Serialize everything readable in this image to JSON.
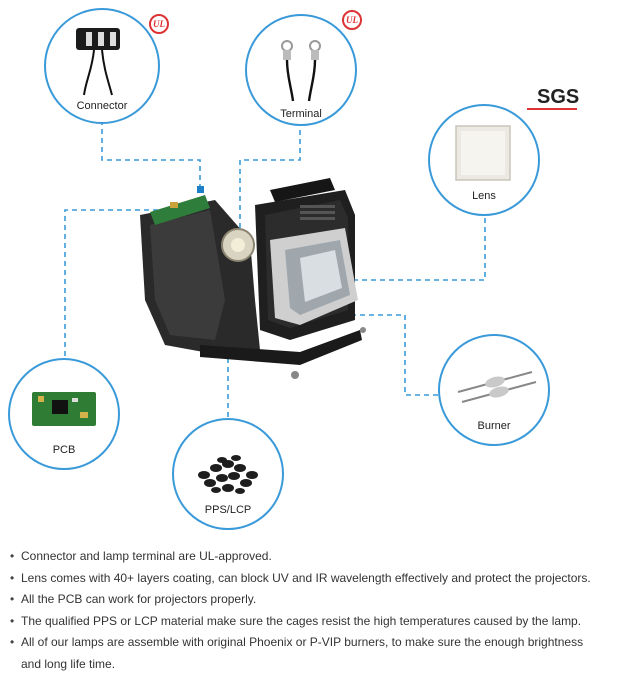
{
  "callouts": {
    "connector": "Connector",
    "terminal": "Terminal",
    "lens": "Lens",
    "burner": "Burner",
    "pcb": "PCB",
    "pps": "PPS/LCP"
  },
  "badges": {
    "ul_1": "UL",
    "ul_2": "UL",
    "sgs": "SGS"
  },
  "colors": {
    "accent": "#3a9ad9",
    "ul_red": "#d33"
  },
  "bullets": [
    "Connector and lamp terminal are UL-approved.",
    "Lens comes with 40+ layers coating, can block UV and IR wavelength effectively and protect the projectors.",
    "All the PCB can work for projectors properly.",
    "The qualified PPS or LCP material make sure the cages resist the high temperatures caused by the lamp.",
    "All of our lamps are assemble with original Phoenix or P-VIP burners, to make sure the enough brightness",
    "and long life time."
  ]
}
